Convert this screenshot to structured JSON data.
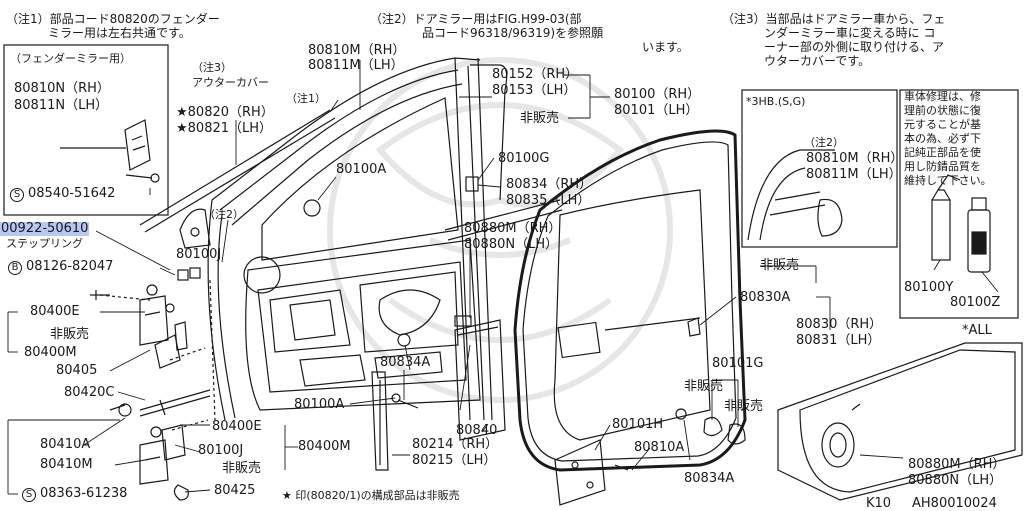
{
  "notes": {
    "note1": [
      "（注1）部品コード80820のフェンダー",
      "ミラー用は左右共通です。"
    ],
    "note2": [
      "（注2）ドアミラー用はFIG.H99-03(部",
      "品コード96318/96319)を参照願",
      "います。"
    ],
    "note3": [
      "（注3）当部品はドアミラー車から、フェ",
      "ンダーミラー車に変える時に コ",
      "ーナー部の外側に取り付ける、ア",
      "ウターカバーです。"
    ]
  },
  "fender_box": {
    "title": "（フェンダーミラー用）",
    "p1": "80810N（RH）",
    "p2": "80811N（LH）",
    "screw_symbol": "S",
    "screw_code": "08540-51642"
  },
  "hb_box": {
    "title": "*3HB.(S,G)",
    "note2": "（注2）",
    "p1": "80810M（RH）",
    "p2": "80811M（LH）"
  },
  "repair_box": {
    "text": [
      "車体修理は、修",
      "理前の状態に復",
      "元することが基",
      "本の為、必ず下",
      "記純正部品を使",
      "用し防錆品質を",
      "維持して下さい。"
    ],
    "p1": "80100Y",
    "p2": "80100Z"
  },
  "all_box": {
    "title": "*ALL",
    "p1": "80880M（RH）",
    "p2": "80880N（LH）"
  },
  "labels": {
    "l80810M": "80810M（RH）",
    "l80811M": "80811M（LH）",
    "note3_tag": "（注3）",
    "outer_cover": "アウターカバー",
    "note1_tag": "（注1）",
    "l80820": "★80820（RH）",
    "l80821": "★80821（LH）",
    "l80152": "80152（RH）",
    "l80153": "80153（LH）",
    "l80100": "80100（RH）",
    "l80101": "80101（LH）",
    "not_sold_1": "非販売",
    "l80100A_top": "80100A",
    "l80100G": "80100G",
    "l80834": "80834（RH）",
    "l80835": "80835（LH）",
    "l80880M": "80880M（RH）",
    "l80880N": "80880N（LH）",
    "highlight_code": "00922-50610",
    "step_ring": "ステップリング",
    "b_symbol": "B",
    "l08126": "08126-82047",
    "note2_tag": "（注2）",
    "l80100J_top": "80100J",
    "not_sold_2": "非販売",
    "l80830A": "80830A",
    "l80830": "80830（RH）",
    "l80831": "80831（LH）",
    "l80400E_top": "80400E",
    "not_sold_3": "非販売",
    "l80400M_top": "80400M",
    "l80405": "80405",
    "l80420C": "80420C",
    "l80834A_mid": "80834A",
    "l80100A_bot": "80100A",
    "l80840": "80840",
    "l80101G": "80101G",
    "not_sold_4": "非販売",
    "not_sold_5": "非販売",
    "l80410A": "80410A",
    "l80410M": "80410M",
    "l80400E_bot": "80400E",
    "l80100J_bot": "80100J",
    "l80400M_bot": "80400M",
    "not_sold_6": "非販売",
    "l80214": "80214（RH）",
    "l80215": "80215（LH）",
    "l80101H": "80101H",
    "l80810A": "80810A",
    "l80834A_bot": "80834A",
    "s_symbol": "S",
    "l08363": "08363-61238",
    "l80425": "80425",
    "footnote": "★ 印(80820/1)の構成部品は非販売",
    "page_ref": "K10",
    "drawing_no": "AH80010024"
  },
  "colors": {
    "ink": "#1a1a1a",
    "highlight": "#b8c8ea",
    "watermark": "#e6e6e6"
  }
}
